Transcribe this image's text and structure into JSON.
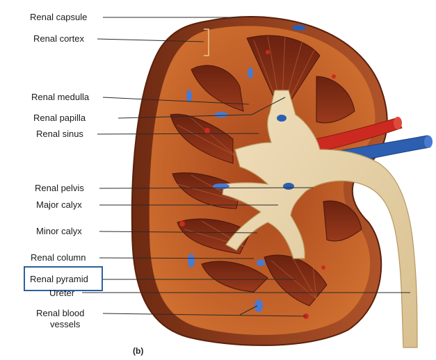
{
  "figure": {
    "caption": "(b)"
  },
  "labels": {
    "capsule": "Renal capsule",
    "cortex": "Renal cortex",
    "medulla": "Renal medulla",
    "papilla": "Renal papilla",
    "sinus": "Renal sinus",
    "pelvis": "Renal pelvis",
    "major_calyx": "Major calyx",
    "minor_calyx": "Minor calyx",
    "column": "Renal column",
    "pyramid": "Renal pyramid",
    "ureter": "Ureter",
    "blood_vessels_1": "Renal blood",
    "blood_vessels_2": "vessels"
  },
  "colors": {
    "capsule": "#8b3a1a",
    "cortex": "#c8642a",
    "medulla": "#7a2a14",
    "pelvis": "#e8d3a8",
    "artery": "#cc2a20",
    "vein": "#2d5fb0",
    "highlight": "#2d5f9e"
  }
}
